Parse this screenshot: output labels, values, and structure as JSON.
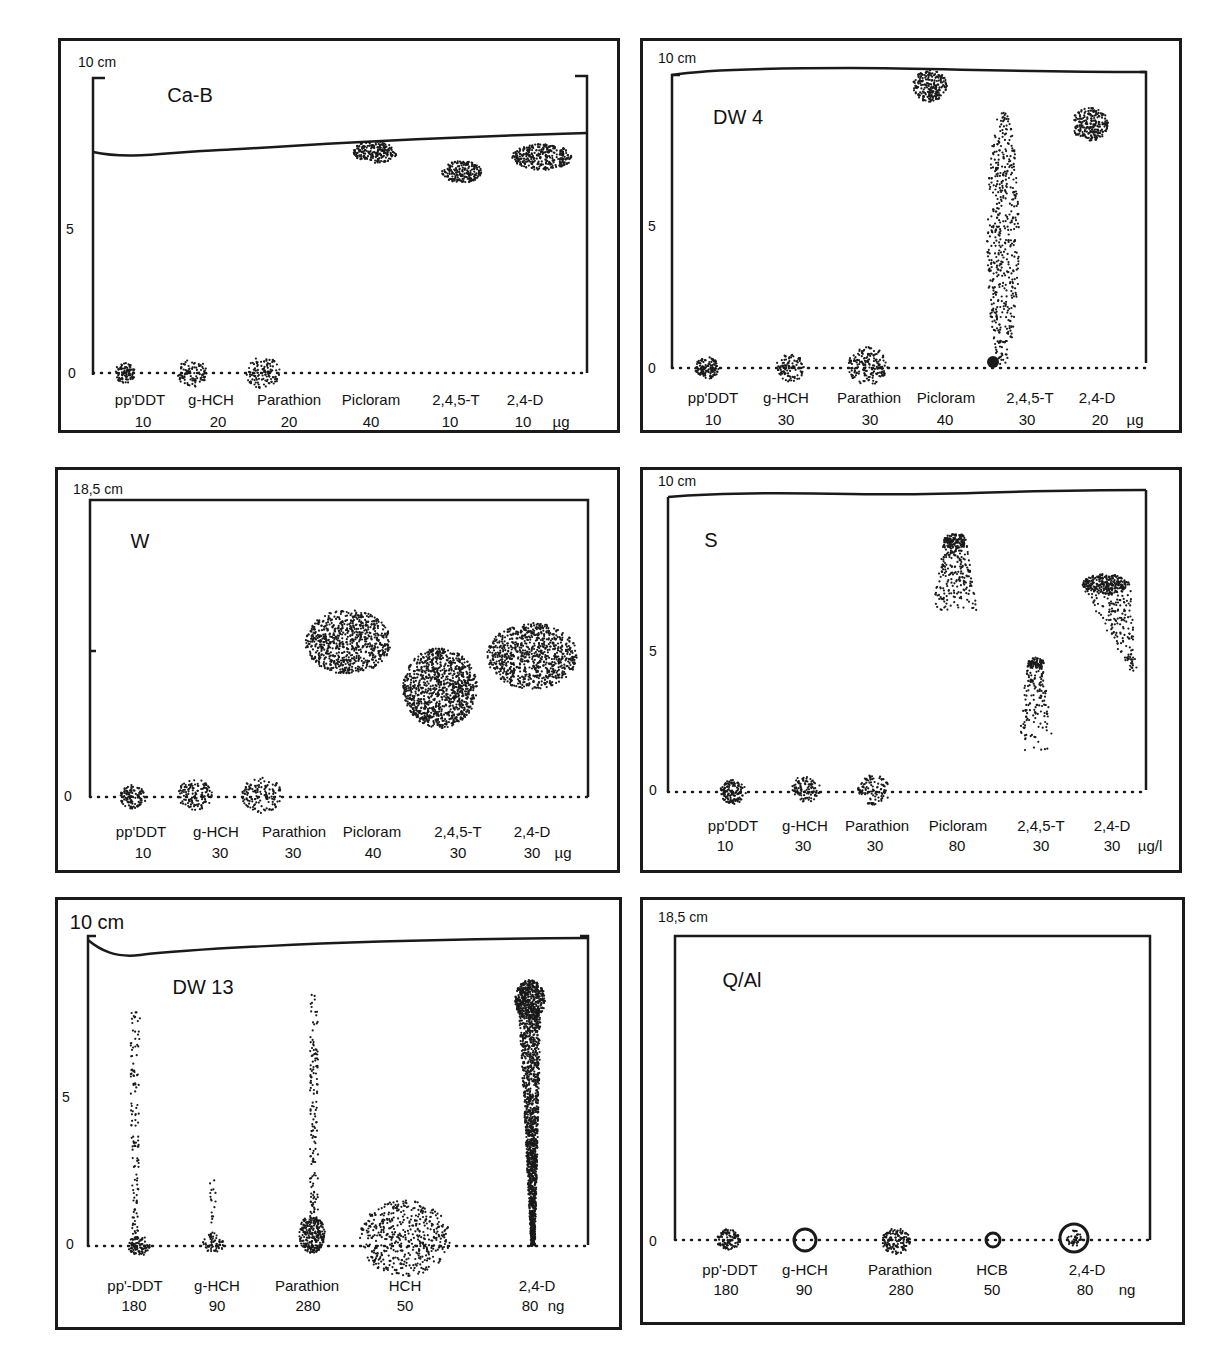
{
  "diagram": {
    "nodes": [
      {
        "text": [
          "10 cm",
          "Ca-B",
          "5",
          "0",
          "pp'DDT",
          "g-HCH",
          "Parathion",
          "Picloram",
          "2,4,5-T",
          "2,4-D",
          "10",
          "20",
          "20",
          "40",
          "10",
          "10",
          "µg"
        ]
      },
      {
        "text": [
          "10 cm",
          "DW 4",
          "5",
          "0",
          "pp'DDT",
          "g-HCH",
          "Parathion",
          "Picloram",
          "2,4,5-T",
          "2,4-D",
          "10",
          "30",
          "30",
          "40",
          "30",
          "20",
          "µg"
        ]
      },
      {
        "text": [
          "18,5 cm",
          "W",
          "0",
          "pp'DDT",
          "g-HCH",
          "Parathion",
          "Picloram",
          "2,4,5-T",
          "2,4-D",
          "10",
          "30",
          "30",
          "40",
          "30",
          "30",
          "µg"
        ]
      },
      {
        "text": [
          "10 cm",
          "S",
          "5",
          "0",
          "pp'DDT",
          "g-HCH",
          "Parathion",
          "Picloram",
          "2,4,5-T",
          "2,4-D",
          "10",
          "30",
          "30",
          "80",
          "30",
          "30",
          "µg/l"
        ]
      },
      {
        "text": [
          "10 cm",
          "DW 13",
          "5",
          "0",
          "pp'-DDT",
          "g-HCH",
          "Parathion",
          "HCH",
          "2,4-D",
          "180",
          "90",
          "280",
          "50",
          "80",
          "ng"
        ]
      },
      {
        "text": [
          "18,5 cm",
          "Q/Al",
          "0",
          "pp'-DDT",
          "g-HCH",
          "Parathion",
          "HCB",
          "2,4-D",
          "180",
          "90",
          "280",
          "50",
          "80",
          "ng"
        ]
      }
    ]
  }
}
